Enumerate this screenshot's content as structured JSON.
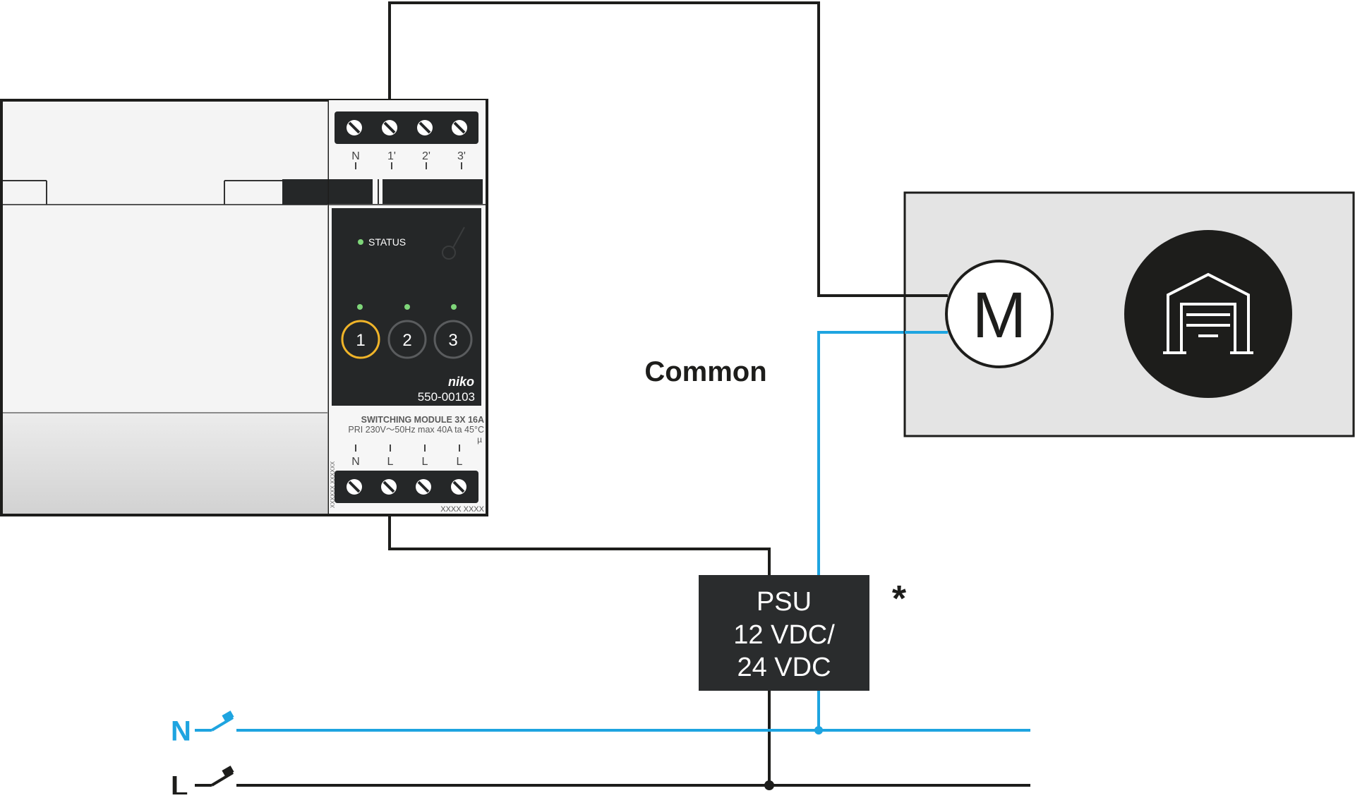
{
  "module": {
    "top_terminals": [
      "N",
      "1'",
      "2'",
      "3'"
    ],
    "status_label": "STATUS",
    "channels": [
      "1",
      "2",
      "3"
    ],
    "brand": "niko",
    "model": "550-00103",
    "product_line": "SWITCHING MODULE 3X 16A",
    "specs": "PRI 230V～50Hz  max 40A  ta 45°C",
    "micro_symbol": "µ",
    "bottom_terminals": [
      "N",
      "L",
      "L",
      "L"
    ],
    "serial": "XXXX XXXX",
    "side_code": "XXXXXX XXXXXX"
  },
  "common_label": "Common",
  "motor_symbol": "M",
  "psu": {
    "line1": "PSU",
    "line2": "12 VDC/",
    "line3": "24 VDC"
  },
  "asterisk": "*",
  "mains": {
    "neutral": "N",
    "line": "L"
  },
  "colors": {
    "line_black": "#1d1d1b",
    "line_blue": "#1ea4e0",
    "module_dark": "#252728",
    "led_green": "#7fd67a",
    "ring_orange": "#f0b429",
    "panel_gray": "#e4e4e4"
  },
  "icons": [
    "motor-symbol",
    "garage-door-icon",
    "switch-icon"
  ]
}
